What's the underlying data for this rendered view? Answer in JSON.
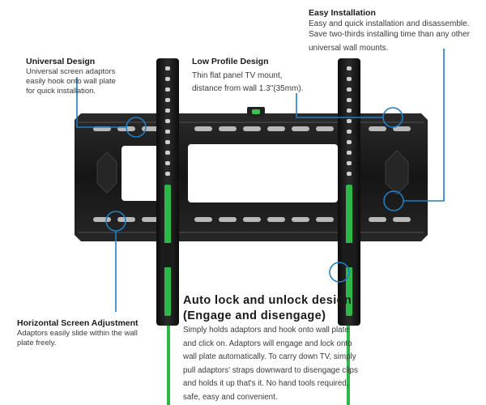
{
  "colors": {
    "callout_line": "#1e7fc4",
    "adaptor_rail": "#2db84a",
    "mount_body": "#1c1c1c",
    "slot": "#b9b9b9"
  },
  "features": {
    "easy_installation": {
      "title": "Easy Installation",
      "lines": [
        "Easy and quick installation and disassemble.",
        "Save two-thirds installing time than any other",
        "universal wall mounts."
      ]
    },
    "universal_design": {
      "title": "Universal Design",
      "lines": [
        "Universal  screen adaptors",
        "easily hook onto wall plate",
        "for quick installation."
      ]
    },
    "low_profile": {
      "title": "Low Profile Design",
      "lines": [
        "Thin flat panel TV mount,",
        "distance from wall 1.3\"(35mm)."
      ]
    },
    "horizontal_adjustment": {
      "title": "Horizontal Screen Adjustment",
      "lines": [
        "Adaptors easily slide within the wall",
        "plate freely."
      ]
    },
    "auto_lock": {
      "title_lines": [
        "Auto lock and unlock design",
        "(Engage and disengage)"
      ],
      "lines": [
        "Simply holds adaptors and hook onto wall plate",
        "and click on. Adaptors will engage and lock onto",
        "wall plate automatically. To carry down TV, simply",
        "pull adaptors' straps downward to disengage clips",
        "and holds it up that's it. No hand tools required,",
        "safe, easy and convenient."
      ]
    }
  }
}
